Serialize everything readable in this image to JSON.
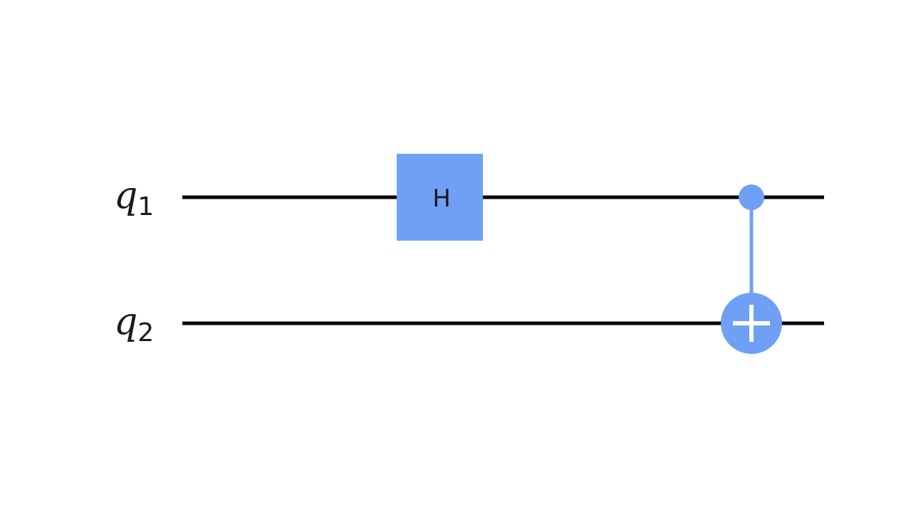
{
  "qubits": [
    {
      "name": "q",
      "index": "1"
    },
    {
      "name": "q",
      "index": "2"
    }
  ],
  "gates": [
    {
      "type": "H",
      "label": "H",
      "qubit": 0,
      "step": 1
    },
    {
      "type": "CNOT",
      "control": 0,
      "target": 1,
      "step": 2
    }
  ],
  "colors": {
    "gate": "#6fa0f6",
    "wire": "#000000",
    "text": "#1a1a1a",
    "plus": "#ffffff",
    "background": "#ffffff"
  }
}
